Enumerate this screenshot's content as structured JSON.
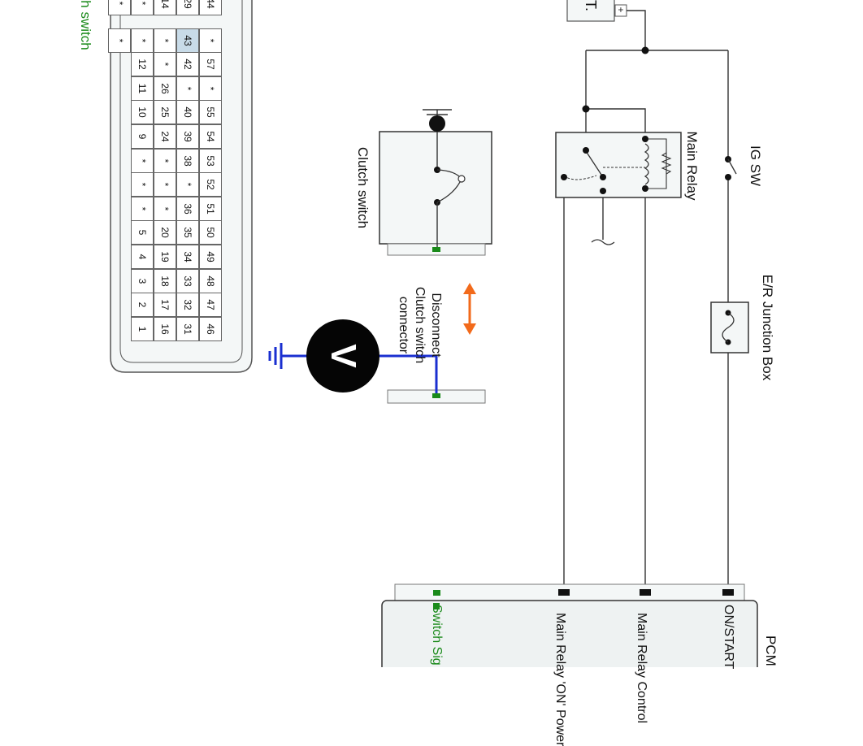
{
  "connector": {
    "caption": "h switch",
    "pins": [
      [
        "44",
        "29",
        "14",
        "*",
        "*"
      ],
      [
        "*",
        "43",
        "*",
        "*",
        "*"
      ],
      [
        "57",
        "42",
        "*",
        "12",
        ""
      ],
      [
        "*",
        "*",
        "26",
        "11",
        ""
      ],
      [
        "55",
        "40",
        "25",
        "10",
        ""
      ],
      [
        "54",
        "39",
        "24",
        "9",
        ""
      ],
      [
        "53",
        "38",
        "*",
        "*",
        ""
      ],
      [
        "52",
        "*",
        "*",
        "*",
        ""
      ],
      [
        "51",
        "36",
        "*",
        "*",
        ""
      ],
      [
        "50",
        "35",
        "20",
        "5",
        ""
      ],
      [
        "49",
        "34",
        "19",
        "4",
        ""
      ],
      [
        "48",
        "33",
        "18",
        "3",
        ""
      ],
      [
        "47",
        "32",
        "17",
        "2",
        ""
      ],
      [
        "46",
        "31",
        "16",
        "1",
        ""
      ]
    ],
    "highlight_pin": "43",
    "colors": {
      "highlight": "#c8dbe8",
      "caption": "#1a8a1a"
    }
  },
  "battery_label": "T.",
  "battery_polarity": "+",
  "clutch_switch_label": "Clutch switch",
  "disconnect_note": [
    "Disconnect",
    "Clutch switch",
    "connector"
  ],
  "meter_symbol": "V",
  "main_relay_label": "Main Relay",
  "ig_sw_label": "IG SW",
  "junction_box_label": "E/R Junction Box",
  "pcm": {
    "title": "PCM",
    "terminals": [
      "ON/START",
      "Main Relay Control",
      "Main Relay 'ON' Power",
      "Switch Sig"
    ]
  },
  "colors": {
    "wire": "#333333",
    "meter_wire": "#1a2fd0",
    "arrow": "#f26a1b",
    "terminal_green": "#1a8a1a",
    "box_fill": "#eef2f2"
  }
}
